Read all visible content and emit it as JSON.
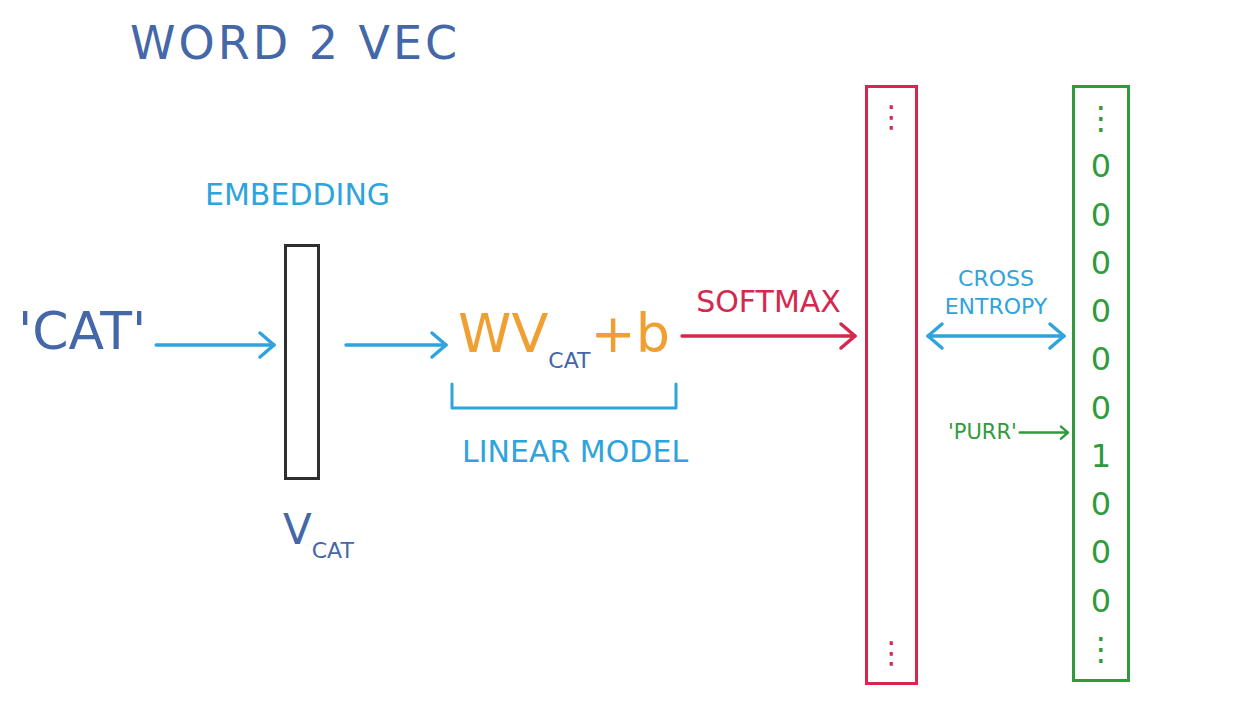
{
  "diagram": {
    "title": "WORD 2 VEC",
    "nodes": [
      {
        "text": [
          "'CAT'"
        ]
      },
      {
        "text": [
          "EMBEDDING",
          "V",
          "CAT"
        ]
      },
      {
        "text": [
          "W",
          "V",
          "CAT",
          "+b",
          "LINEAR MODEL"
        ]
      },
      {
        "text": [
          "⋮",
          "⋮"
        ]
      },
      {
        "text": [
          "⋮",
          "0",
          "0",
          "0",
          "0",
          "0",
          "0",
          "1",
          "0",
          "0",
          "0",
          "⋮"
        ]
      }
    ],
    "edges": [
      {
        "from": 0,
        "to": 1,
        "arrow": "to"
      },
      {
        "from": 1,
        "to": 2,
        "arrow": "to"
      },
      {
        "from": 2,
        "to": 3,
        "label": "SOFTMAX",
        "arrow": "to"
      },
      {
        "from": 3,
        "to": 4,
        "label": "CROSS ENTROPY",
        "arrow": "both"
      }
    ],
    "labels": [
      "'PURR'"
    ]
  }
}
